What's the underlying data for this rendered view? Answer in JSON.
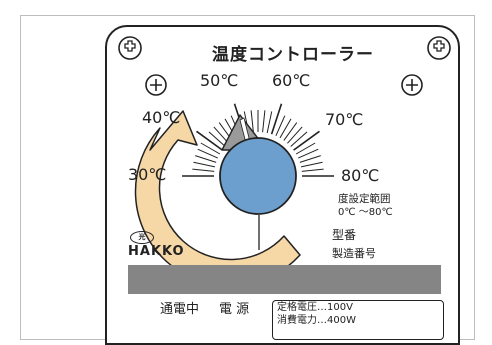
{
  "panel": {
    "title": "温度コントローラー",
    "scale_labels": {
      "t30": "30℃",
      "t40": "40℃",
      "t50": "50℃",
      "t60": "60℃",
      "t70": "70℃",
      "t80": "80℃"
    },
    "range_label": "度設定範囲",
    "range_value": "0℃ ～80℃",
    "logo_text": "光",
    "brand": "HAKKO",
    "model_label": "型番",
    "serial_label": "製造番号",
    "power_on_label": "通電中",
    "power_label": "電 源",
    "rated_voltage": "定格電圧…100V",
    "power_consumption": "消費電力…400W"
  },
  "colors": {
    "knob": "#6d9fce",
    "arrow": "#f6d7a6",
    "band": "#858585"
  },
  "icons": [
    "screw-icon",
    "rotation-arrow-icon",
    "dial-knob-icon"
  ]
}
